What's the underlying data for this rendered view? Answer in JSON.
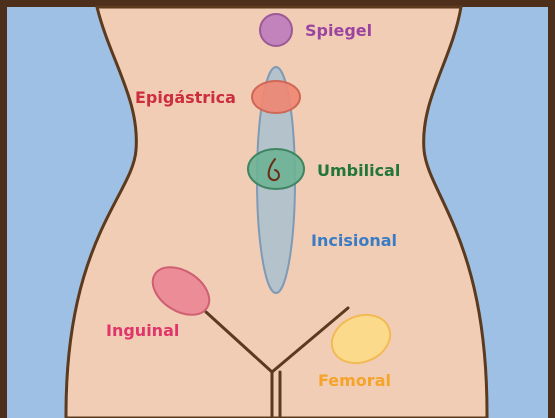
{
  "labels": {
    "spiegel": "Spiegel",
    "epigastrica": "Epigástrica",
    "umbilical": "Umbilical",
    "incisional": "Incisional",
    "inguinal": "Inguinal",
    "femoral": "Femoral"
  },
  "colors": {
    "background": "#9ec0e4",
    "skin": "#f2cdb6",
    "outline": "#5b3a1e",
    "spiegel": "#9b45a0",
    "epigastrica": "#cc2e3c",
    "umbilical": "#23763a",
    "incisional": "#3a7cc4",
    "inguinal": "#e0356a",
    "femoral": "#f5a329"
  }
}
